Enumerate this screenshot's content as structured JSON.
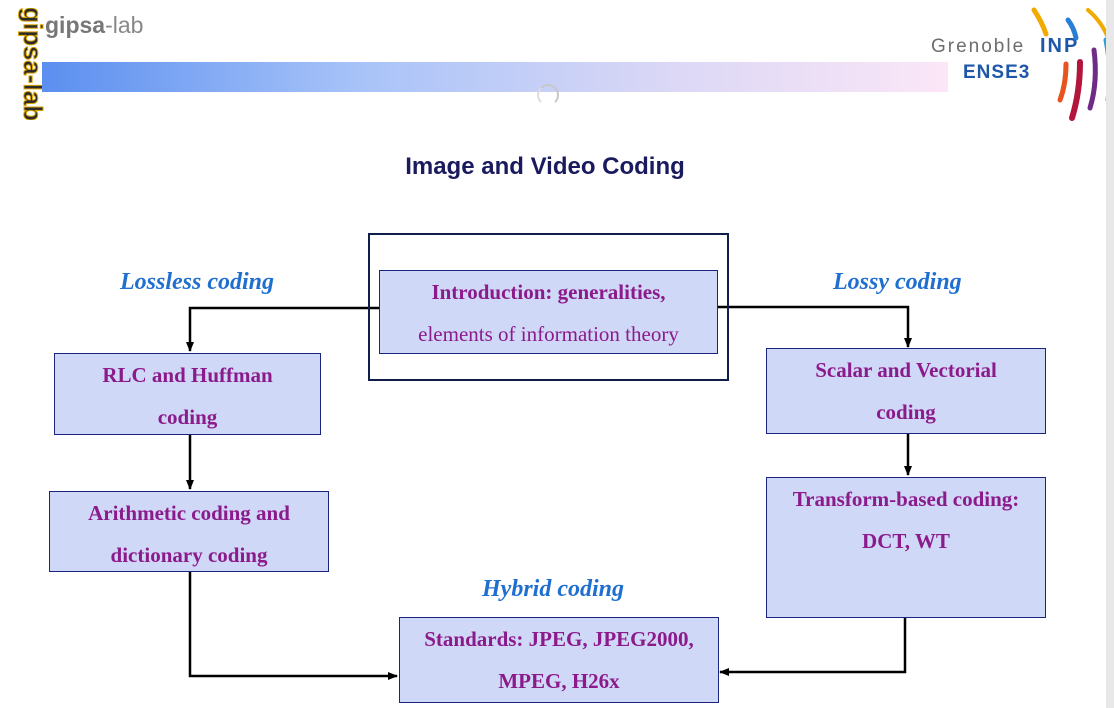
{
  "header": {
    "lab_name_bold": "gipsa",
    "lab_name_rest": "-lab",
    "lab_logo_text": "gipsa-lab",
    "school_city": "Grenoble",
    "school_inp": "INP",
    "school_ense": "ENSE3"
  },
  "slide": {
    "title": "Image and Video Coding"
  },
  "categories": {
    "lossless": "Lossless coding",
    "lossy": "Lossy coding",
    "hybrid": "Hybrid coding"
  },
  "boxes": {
    "intro": {
      "line1": "Introduction: generalities,",
      "line2": "elements of information theory"
    },
    "rlc": {
      "line1": "RLC and Huffman",
      "line2": "coding"
    },
    "arith": {
      "line1": "Arithmetic coding and",
      "line2": "dictionary coding"
    },
    "scalar": {
      "line1": "Scalar and Vectorial",
      "line2": "coding"
    },
    "transform": {
      "line1": "Transform-based coding:",
      "line2": "DCT, WT"
    },
    "standards": {
      "line1": "Standards: JPEG, JPEG2000,",
      "line2": "MPEG, H26x"
    }
  },
  "colors": {
    "box_fill": "#d0d8f8",
    "box_text": "#8b1a8b",
    "category_text": "#1f6fd0",
    "title_text": "#1a1a5e",
    "arrow": "#000000"
  }
}
